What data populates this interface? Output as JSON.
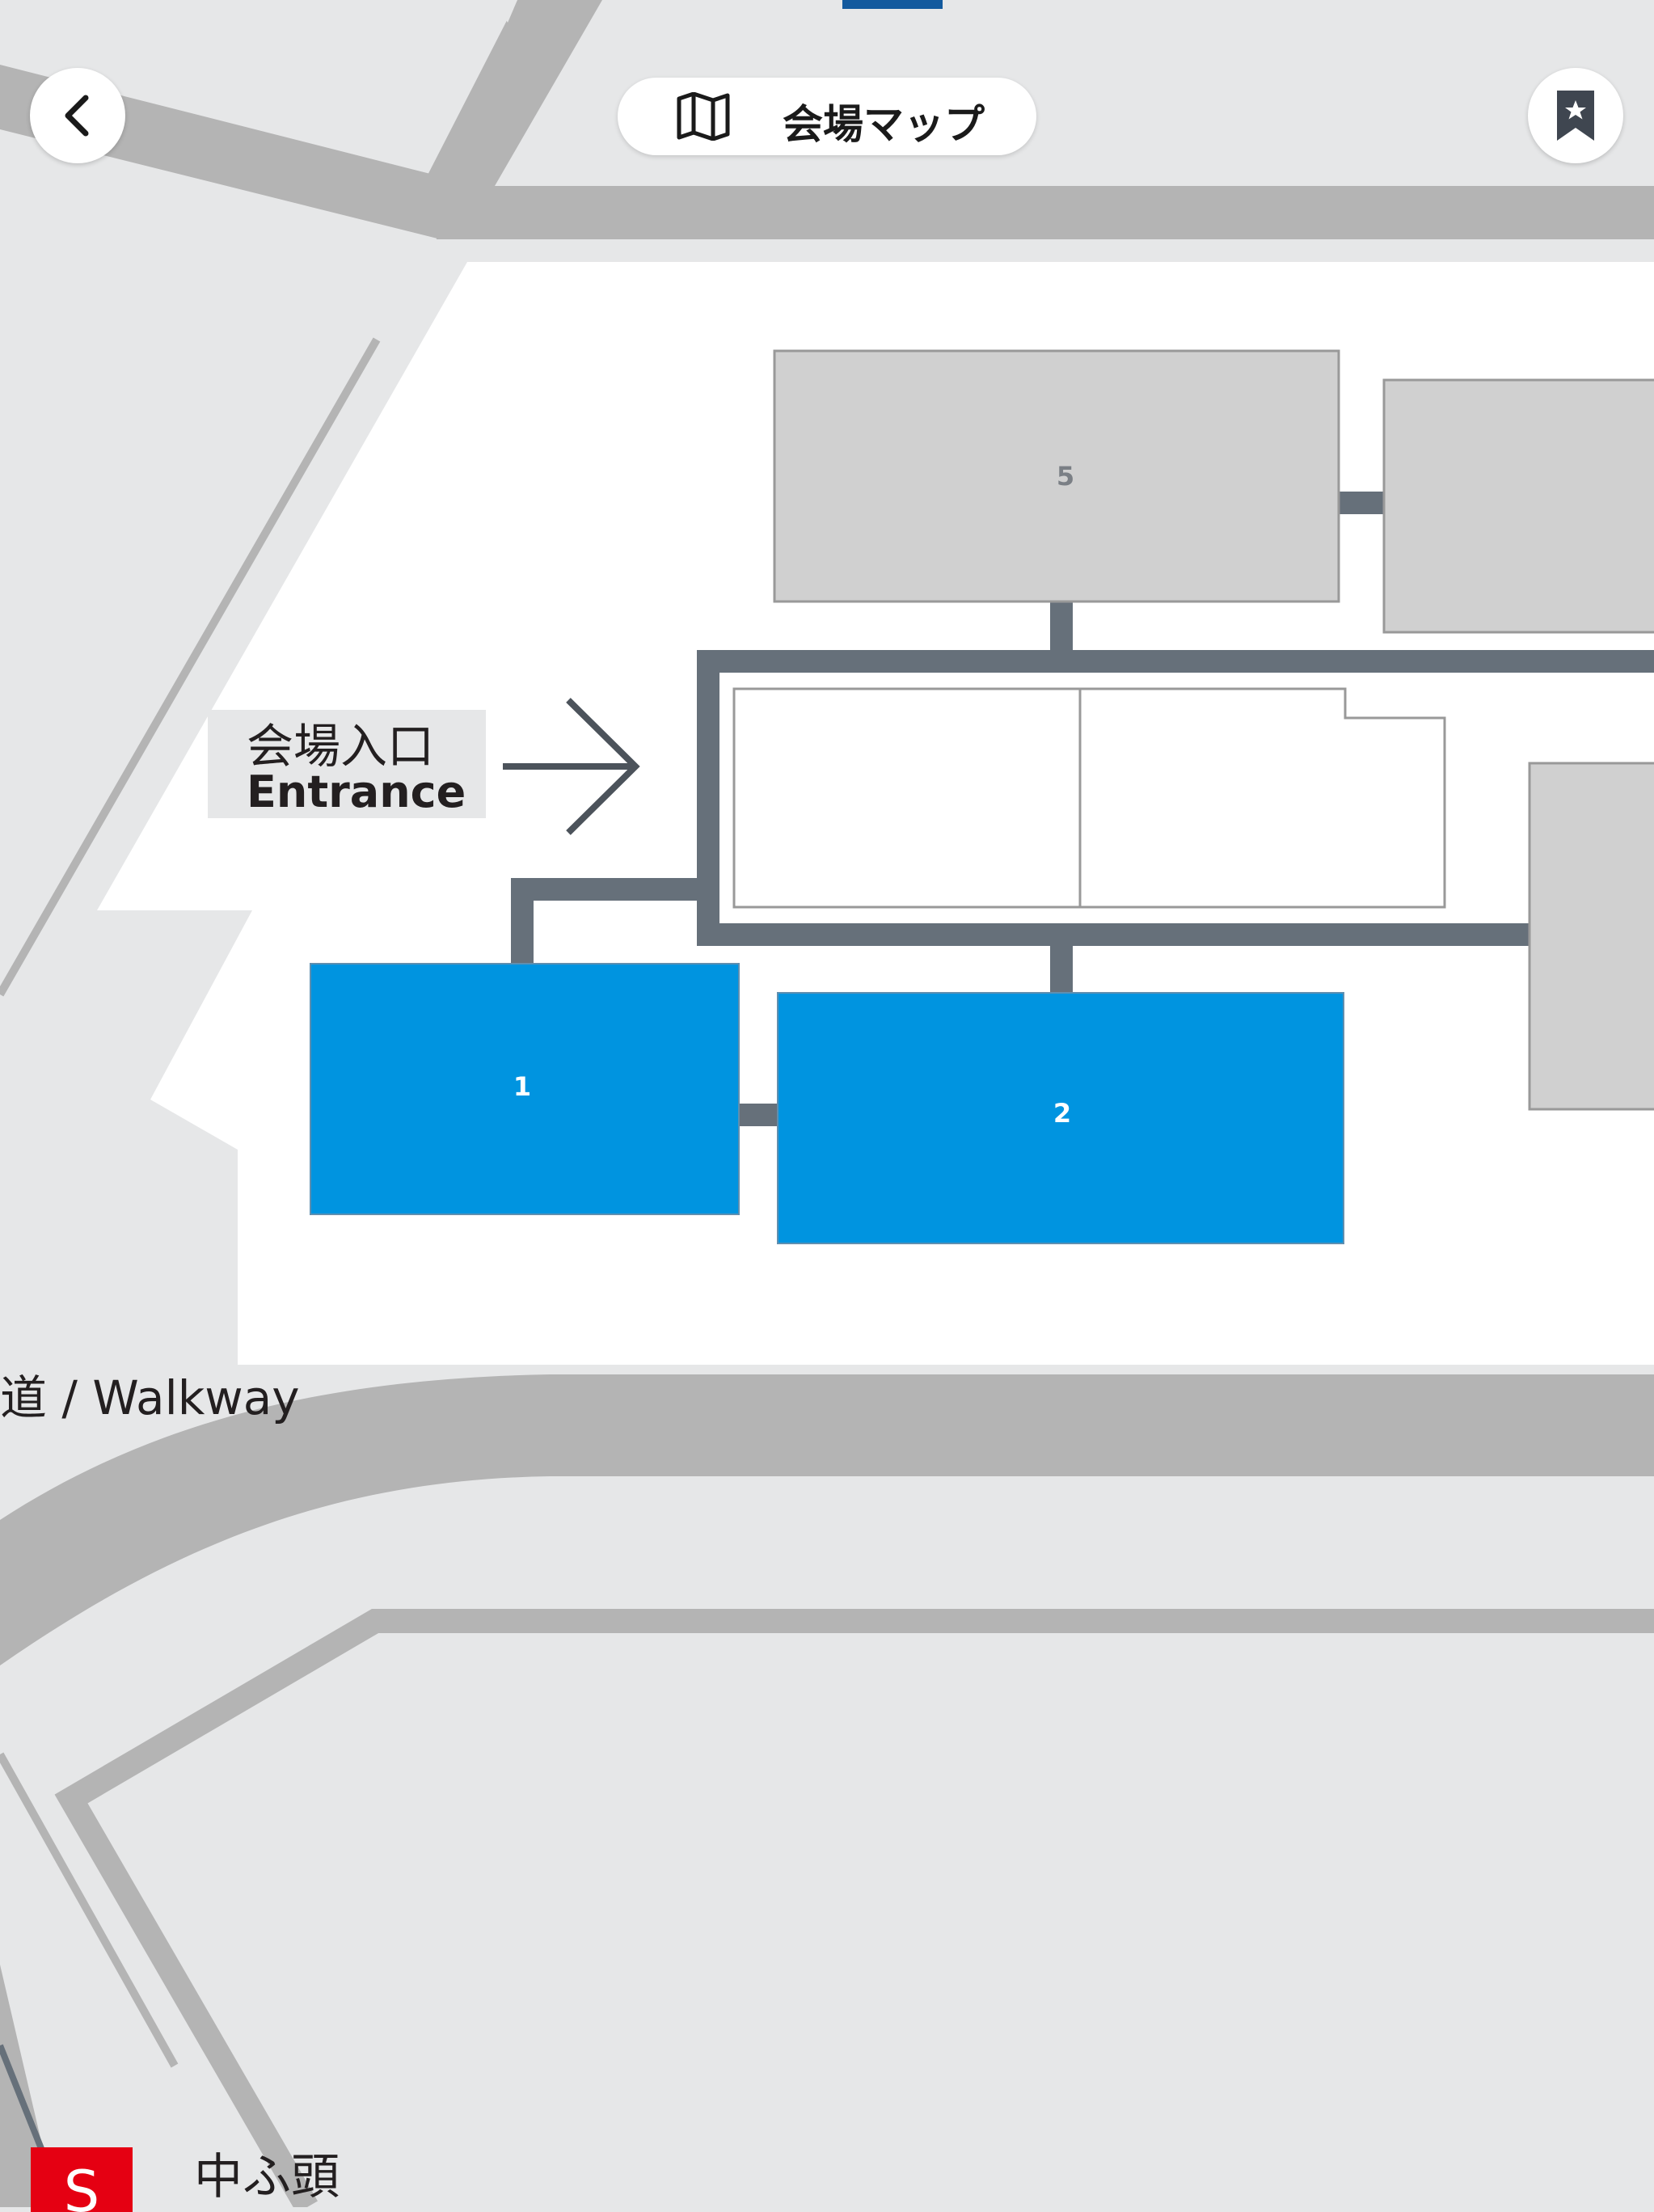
{
  "header": {
    "title": "会場マップ",
    "back_icon": "chevron-left-icon",
    "map_icon": "map-icon",
    "bookmark_icon": "bookmark-star-icon"
  },
  "map": {
    "entrance": {
      "label_ja": "会場入口",
      "label_en": "Entrance"
    },
    "walkway_label": "道 / Walkway",
    "station": {
      "badge": "S",
      "name": "中ふ頭"
    },
    "halls": [
      {
        "id": "hall-5",
        "label": "5",
        "state": "inactive"
      },
      {
        "id": "hall-1",
        "label": "1",
        "state": "highlighted"
      },
      {
        "id": "hall-2",
        "label": "2",
        "state": "highlighted"
      }
    ]
  },
  "colors": {
    "background": "#e6e7e8",
    "venue": "#ffffff",
    "road": "#b4b4b4",
    "corridor": "#66707a",
    "hall_inactive": "#d0d0d0",
    "hall_highlight": "#0094e0",
    "station_red": "#e50012",
    "indicator": "#135a9e"
  }
}
